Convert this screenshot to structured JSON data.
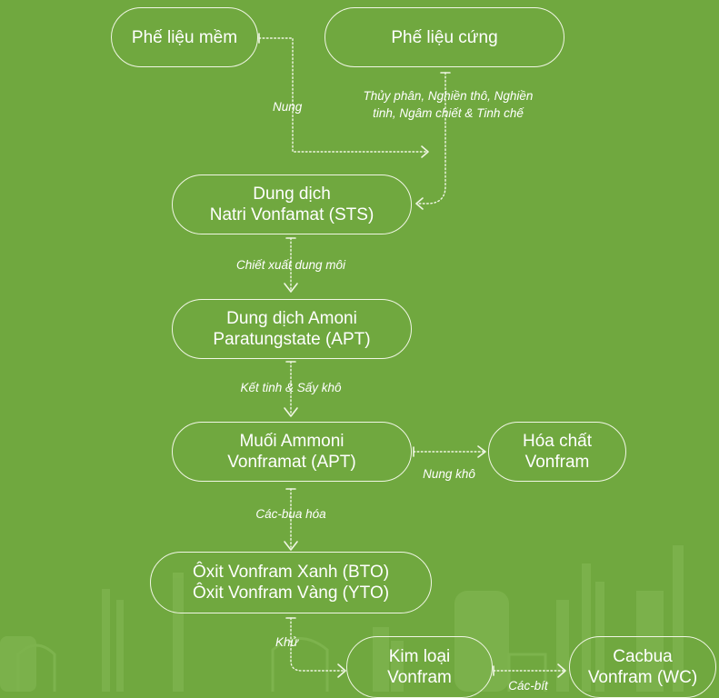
{
  "nodes": {
    "phe_lieu_mem": {
      "line1": "Phế liệu mềm"
    },
    "phe_lieu_cung": {
      "line1": "Phế liệu cứng"
    },
    "sts": {
      "line1": "Dung dịch",
      "line2": "Natri Vonfamat (STS)"
    },
    "apt_solution": {
      "line1": "Dung dịch Amoni",
      "line2": "Paratungstate (APT)"
    },
    "apt_salt": {
      "line1": "Muối Ammoni",
      "line2": "Vonframat (APT)"
    },
    "hoa_chat": {
      "line1": "Hóa chất",
      "line2": "Vonfram"
    },
    "oxide": {
      "line1": "Ôxit Vonfram Xanh (BTO)",
      "line2": "Ôxit Vonfram Vàng (YTO)"
    },
    "kim_loai": {
      "line1": "Kim loại",
      "line2": "Vonfram"
    },
    "cacbua": {
      "line1": "Cacbua",
      "line2": "Vonfram (WC)"
    }
  },
  "edge_labels": {
    "nung": "Nung",
    "thuy_phan_line1": "Thủy phân, Nghiền thô, Nghiền",
    "thuy_phan_line2": "tinh, Ngâm chiết & Tinh chế",
    "chiet_xuat": "Chiết xuất dung môi",
    "ket_tinh": "Kết tinh & Sấy khô",
    "nung_kho": "Nung khô",
    "cac_bua_hoa": "Các-bua hóa",
    "khu": "Khử",
    "cac_bit": "Các-bít"
  },
  "colors": {
    "background": "#70a83f",
    "stroke": "#f0f6e4",
    "text": "#ffffff"
  }
}
